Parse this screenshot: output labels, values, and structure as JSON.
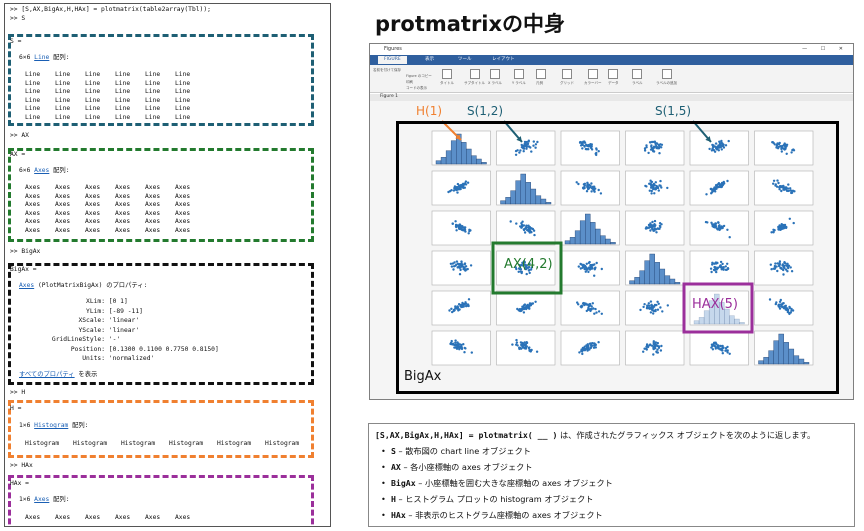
{
  "command_window": {
    "cmd1": ">> [S,AX,BigAx,H,HAx] = plotmatrix(table2array(Tbl));",
    "cmd2": ">> S",
    "s_var": "S =",
    "s_desc_size": "6×6",
    "s_desc_link": "Line",
    "s_desc_rest": " 配列:",
    "line_word": "Line",
    "cmd_ax": ">> AX",
    "ax_var": "AX =",
    "ax_desc_size": "6×6",
    "ax_desc_link": "Axes",
    "ax_desc_rest": " 配列:",
    "axes_word": "Axes",
    "cmd_bigax": ">> BigAx",
    "bigax_var": "BigAx =",
    "bigax_link": "Axes",
    "bigax_rest": " (PlotMatrixBigAx) のプロパティ:",
    "bigax_props": [
      {
        "k": "XLim:",
        "v": "[0 1]"
      },
      {
        "k": "YLim:",
        "v": "[-89 -11]"
      },
      {
        "k": "XScale:",
        "v": "'linear'"
      },
      {
        "k": "YScale:",
        "v": "'linear'"
      },
      {
        "k": "GridLineStyle:",
        "v": "'-'"
      },
      {
        "k": "Position:",
        "v": "[0.1300 0.1100 0.7750 0.8150]"
      },
      {
        "k": "Units:",
        "v": "'normalized'"
      }
    ],
    "all_props_link": "すべてのプロパティ",
    "all_props_rest": " を表示",
    "cmd_h": ">> H",
    "h_var": "H =",
    "h_desc_size": "1×6",
    "h_desc_link": "Histogram",
    "h_desc_rest": " 配列:",
    "histogram_word": "Histogram",
    "cmd_hax": ">> HAx",
    "hax_var": "HAx =",
    "hax_desc_size": "1×6",
    "hax_desc_link": "Axes",
    "hax_desc_rest": " 配列:"
  },
  "page_title": "protmatrixの中身",
  "figure": {
    "window_title": "Figures",
    "window_controls": "— ☐ ✕",
    "tabs": [
      "FIGURE",
      "表示",
      "ツール",
      "レイアウト"
    ],
    "figure_tab": "Figure 1",
    "ribbon_items": [
      "名前を付けて保存",
      "Figure のコピー",
      "印刷",
      "コードの表示",
      "タイトル",
      "サブタイトル",
      "X ラベル",
      "Y ラベル",
      "凡例",
      "グリッド",
      "カラーバー",
      "データ",
      "ラベル",
      "ラベルの追加"
    ],
    "labels": {
      "h1": "H(1)",
      "s12": "S(1,2)",
      "s15": "S(1,5)",
      "ax42": "AX(4,2)",
      "hax5": "HAX(5)",
      "bigax": "BigAx"
    },
    "colors": {
      "orange": "#f08030",
      "teal": "#1e5f74",
      "green": "#237a2e",
      "purple": "#9b2f9b",
      "marker": "#2a72b8",
      "hist": "#5b8fc9"
    }
  },
  "info": {
    "head_code": "[S,AX,BigAx,H,HAx] = plotmatrix( __ )",
    "head_text": " は、作成されたグラフィックス オブジェクトを次のように返します。",
    "items": [
      {
        "code": "S",
        "text": " – 散布図の chart line オブジェクト"
      },
      {
        "code": "AX",
        "text": " – 各小座標軸の axes オブジェクト"
      },
      {
        "code": "BigAx",
        "text": " – 小座標軸を囲む大きな座標軸の axes オブジェクト"
      },
      {
        "code": "H",
        "text": " – ヒストグラム プロットの histogram オブジェクト"
      },
      {
        "code": "HAx",
        "text": " – 非表示のヒストグラム座標軸の axes オブジェクト"
      }
    ]
  }
}
